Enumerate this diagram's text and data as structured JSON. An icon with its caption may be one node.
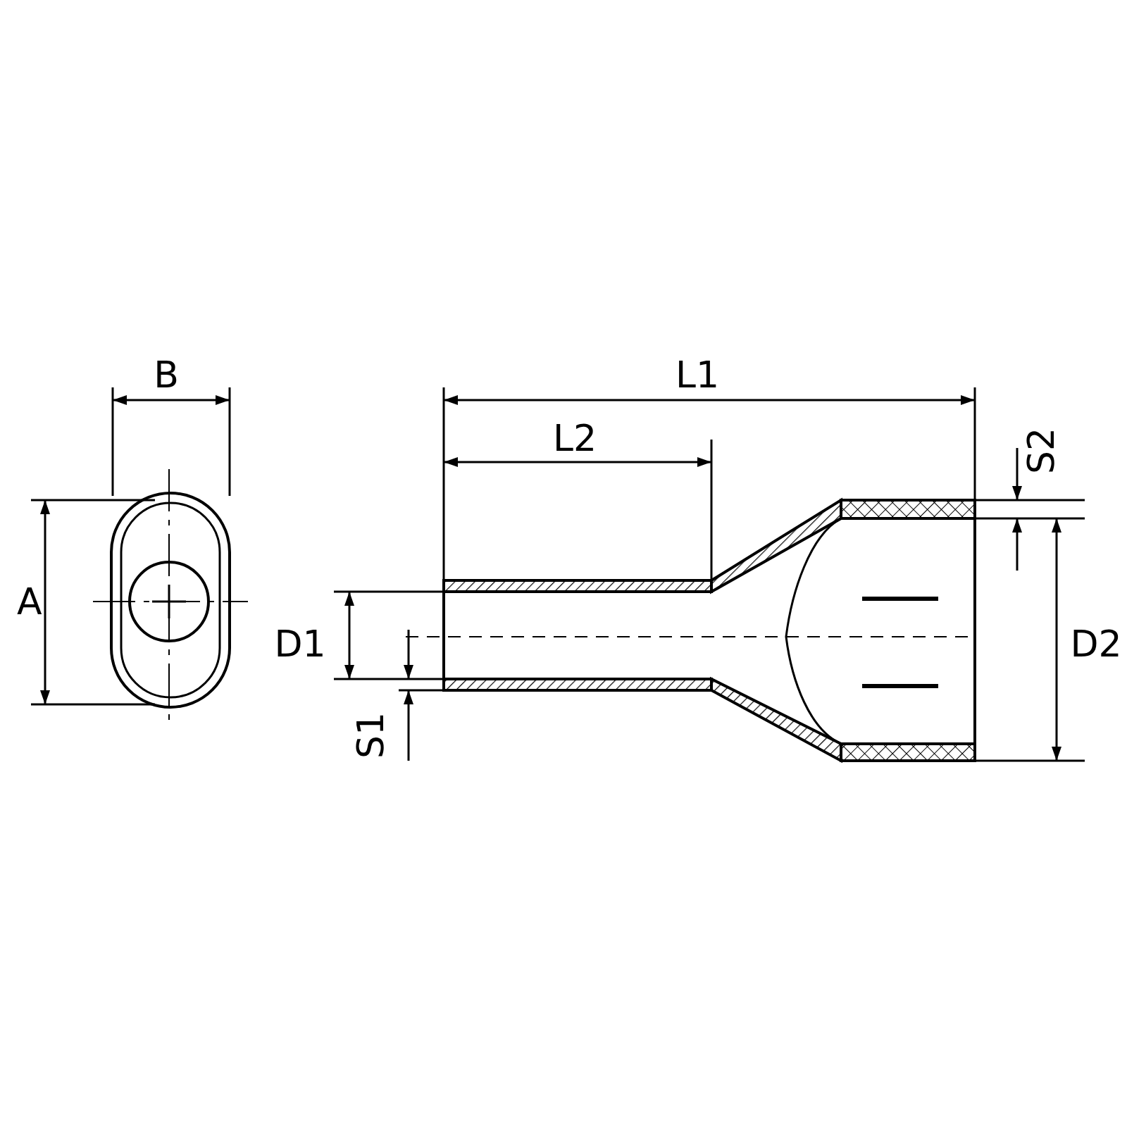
{
  "diagram": {
    "labels": [
      "B",
      "L1",
      "L2",
      "S2",
      "A",
      "D1",
      "D2",
      "S1"
    ]
  }
}
